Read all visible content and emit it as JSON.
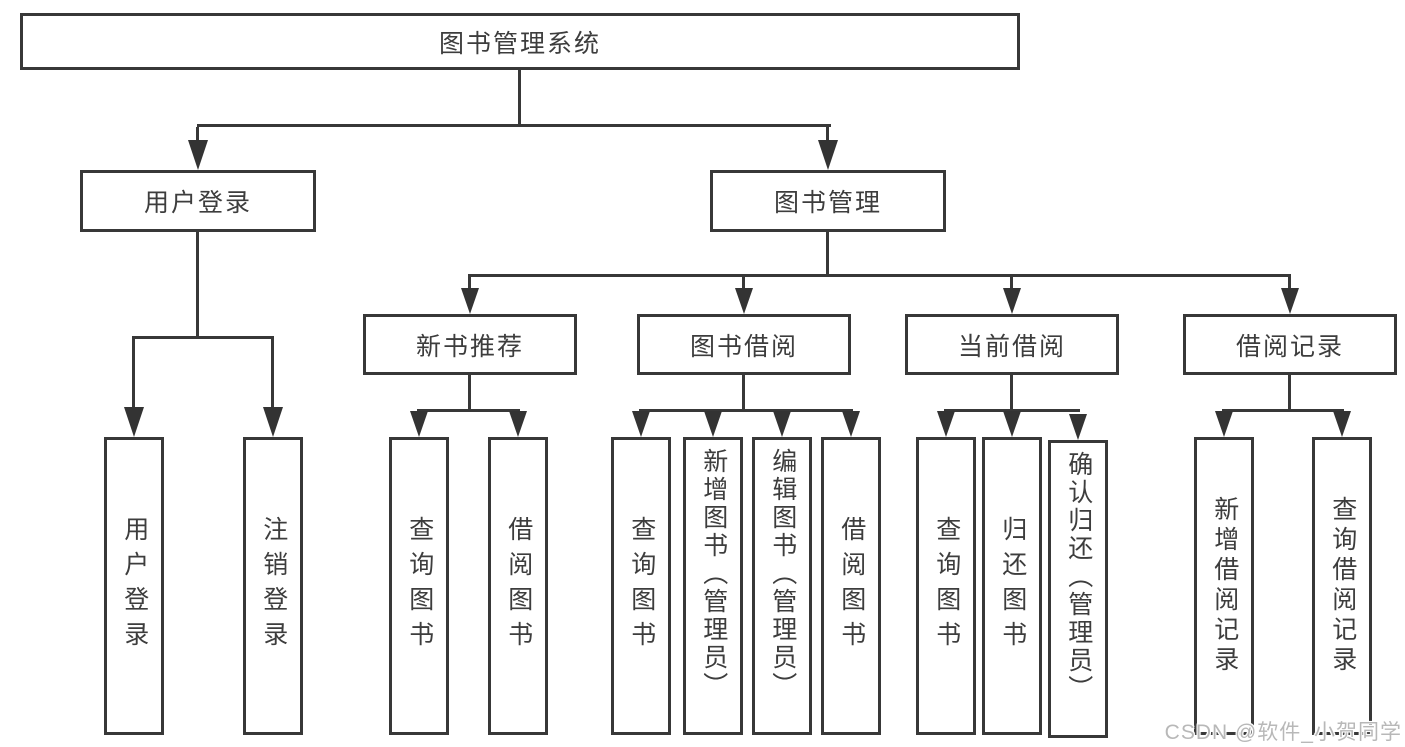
{
  "diagram": {
    "root": {
      "label": "图书管理系统"
    },
    "branches": [
      {
        "label": "用户登录",
        "children": [
          {
            "label": "用户登录"
          },
          {
            "label": "注销登录"
          }
        ]
      },
      {
        "label": "图书管理",
        "children": [
          {
            "label": "新书推荐",
            "children": [
              {
                "label": "查询图书"
              },
              {
                "label": "借阅图书"
              }
            ]
          },
          {
            "label": "图书借阅",
            "children": [
              {
                "label": "查询图书"
              },
              {
                "label": "新增图书（管理员）"
              },
              {
                "label": "编辑图书（管理员）"
              },
              {
                "label": "借阅图书"
              }
            ]
          },
          {
            "label": "当前借阅",
            "children": [
              {
                "label": "查询图书"
              },
              {
                "label": "归还图书"
              },
              {
                "label": "确认归还（管理员）"
              }
            ]
          },
          {
            "label": "借阅记录",
            "children": [
              {
                "label": "新增借阅记录"
              },
              {
                "label": "查询借阅记录"
              }
            ]
          }
        ]
      }
    ]
  },
  "watermark": {
    "text": "CSDN @软件_小贺同学",
    "color": "#b8b8b8"
  },
  "colors": {
    "line": "#383838",
    "text": "#3d3d3d",
    "background": "#ffffff"
  }
}
